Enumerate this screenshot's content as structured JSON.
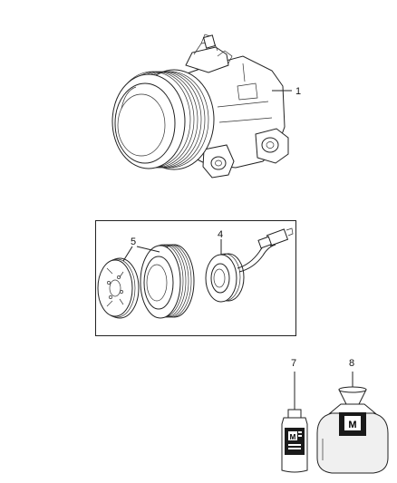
{
  "callouts": {
    "compressor": "1",
    "field_coil": "4",
    "clutch": "5",
    "pag_oil": "7",
    "refrigerant": "8"
  },
  "logos": {
    "oil_bottle": "M",
    "refrigerant_tank": "M"
  }
}
